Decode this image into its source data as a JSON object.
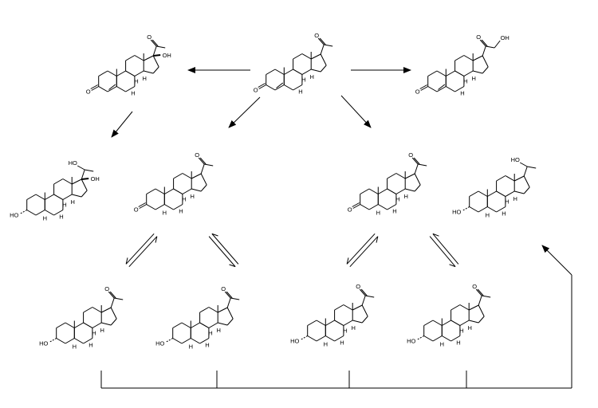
{
  "diagram": {
    "labels": {
      "oh": "OH",
      "o": "O",
      "h": "H",
      "ho": "HO"
    },
    "compounds": [
      {
        "id": "progesterone",
        "kind": "enone",
        "side": "acetyl"
      },
      {
        "id": "17-hydroxyprogesterone",
        "kind": "enone",
        "side": "acetyl-17oh"
      },
      {
        "id": "deoxycorticosterone",
        "kind": "enone",
        "side": "ketol"
      },
      {
        "id": "pregnanetriol",
        "kind": "3ol-5h",
        "side": "ethanol-17oh"
      },
      {
        "id": "5alpha-dihydroprogesterone",
        "kind": "3one-5h",
        "side": "acetyl"
      },
      {
        "id": "5beta-dihydroprogesterone",
        "kind": "3one-5h",
        "side": "acetyl"
      },
      {
        "id": "pregnanediol",
        "kind": "3ol-5h",
        "side": "ethanol"
      },
      {
        "id": "allopregnanolone",
        "kind": "3ol-5h",
        "side": "acetyl"
      },
      {
        "id": "isopregnanolone",
        "kind": "3ol-5h",
        "side": "acetyl"
      },
      {
        "id": "pregnanolone",
        "kind": "3ol-5h",
        "side": "acetyl"
      },
      {
        "id": "epipregnanolone",
        "kind": "3ol-5h",
        "side": "acetyl"
      }
    ],
    "arrows": [
      {
        "from": "progesterone",
        "to": "17-hydroxyprogesterone",
        "type": "forward"
      },
      {
        "from": "progesterone",
        "to": "deoxycorticosterone",
        "type": "forward"
      },
      {
        "from": "progesterone",
        "to": "5alpha-dihydroprogesterone",
        "type": "forward"
      },
      {
        "from": "progesterone",
        "to": "5beta-dihydroprogesterone",
        "type": "forward"
      },
      {
        "from": "17-hydroxyprogesterone",
        "to": "pregnanetriol",
        "type": "forward"
      },
      {
        "from": "5alpha-dihydroprogesterone",
        "to": "allopregnanolone",
        "type": "equilibrium"
      },
      {
        "from": "5alpha-dihydroprogesterone",
        "to": "isopregnanolone",
        "type": "equilibrium"
      },
      {
        "from": "5beta-dihydroprogesterone",
        "to": "pregnanolone",
        "type": "equilibrium"
      },
      {
        "from": "5beta-dihydroprogesterone",
        "to": "epipregnanolone",
        "type": "equilibrium"
      },
      {
        "from": "reduced-metabolites",
        "to": "pregnanediol",
        "type": "collector"
      }
    ]
  }
}
